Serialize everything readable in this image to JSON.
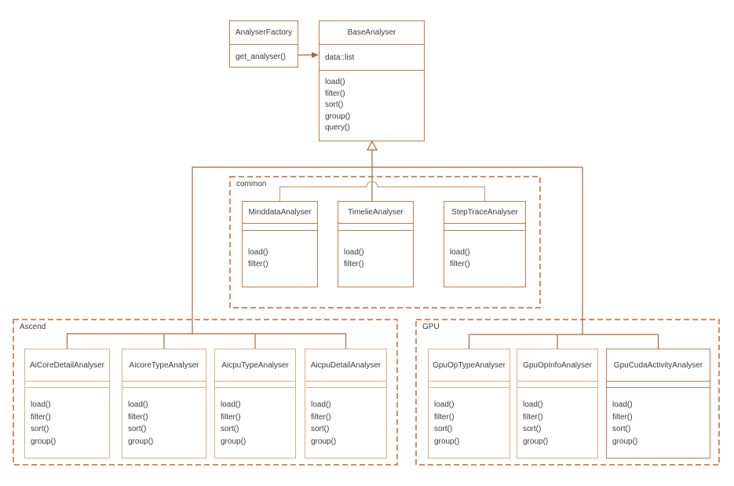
{
  "palette": {
    "background": "#ffffff",
    "text": "#3b3b3b",
    "class_border": "#bd7d52",
    "class_border_light": "#d9ae87",
    "connector": "#a5683c",
    "connector_light": "#cf9f78",
    "package_border": "#b96a3d"
  },
  "factory": {
    "name": "AnalyserFactory",
    "methods": [
      "get_analyser()"
    ]
  },
  "base": {
    "name": "BaseAnalyser",
    "attributes": [
      "data::list"
    ],
    "methods": [
      "load()",
      "filter()",
      "sort()",
      "group()",
      "query()"
    ]
  },
  "packages": [
    {
      "label": "common",
      "classes": [
        {
          "name": "MinddataAnalyser",
          "methods": [
            "load()",
            "filter()"
          ]
        },
        {
          "name": "TimelieAnalyser",
          "methods": [
            "load()",
            "filter()"
          ]
        },
        {
          "name": "StepTraceAnalyser",
          "methods": [
            "load()",
            "filter()"
          ]
        }
      ]
    },
    {
      "label": "Ascend",
      "classes": [
        {
          "name": "AiCoreDetailAnalyser",
          "methods": [
            "load()",
            "filter()",
            "sort()",
            "group()"
          ]
        },
        {
          "name": "AicoreTypeAnalyser",
          "methods": [
            "load()",
            "filter()",
            "sort()",
            "group()"
          ]
        },
        {
          "name": "AicpuTypeAnalyser",
          "methods": [
            "load()",
            "filter()",
            "sort()",
            "group()"
          ]
        },
        {
          "name": "AicpuDetailAnalyser",
          "methods": [
            "load()",
            "filter()",
            "sort()",
            "group()"
          ]
        }
      ]
    },
    {
      "label": "GPU",
      "classes": [
        {
          "name": "GpuOpTypeAnalyser",
          "methods": [
            "load()",
            "filter()",
            "sort()",
            "group()"
          ]
        },
        {
          "name": "GpuOpInfoAnalyser",
          "methods": [
            "load()",
            "filter()",
            "sort()",
            "group()"
          ]
        },
        {
          "name": "GpuCudaActivityAnalyser",
          "methods": [
            "load()",
            "filter()",
            "sort()",
            "group()"
          ]
        }
      ]
    }
  ]
}
